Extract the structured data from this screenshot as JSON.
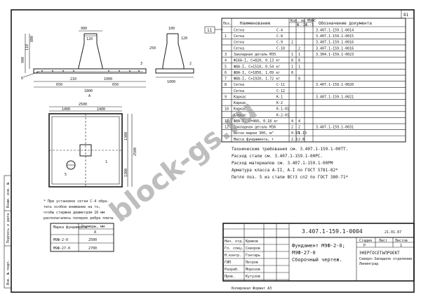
{
  "page_number": "81",
  "spec_table": {
    "headers": {
      "pos": "Поз.",
      "name": "Наименование",
      "qty": "Кол. на М9ФС",
      "qty_sub": [
        "Ф.-2",
        "Ф.-3"
      ],
      "doc": "Обозначение документа"
    },
    "rows": [
      {
        "pos": "",
        "name": "Сетка",
        "mark": "С-4",
        "q1": "",
        "q2": "",
        "doc": "3.407.1-159.1-0014"
      },
      {
        "pos": "1",
        "name": "Сетка",
        "mark": "С-8",
        "q1": "",
        "q2": "",
        "doc": "3.407.1-159.1-0015"
      },
      {
        "pos": "",
        "name": "Сетка",
        "mark": "С-9",
        "q1": "2",
        "q2": "",
        "doc": "3.407.1-159.1-0016"
      },
      {
        "pos": "",
        "name": "Сетка",
        "mark": "С-10",
        "q1": "",
        "q2": "2",
        "doc": "3.407.1-159.1-0016"
      },
      {
        "pos": "3",
        "name": "Закладная деталь МЗ5",
        "mark": "",
        "q1": "1",
        "q2": "1",
        "doc": "3.304.1-159.1-0023"
      },
      {
        "pos": "4",
        "name": "Ф16А-I, С=820, 0.13 кг",
        "mark": "",
        "q1": "8",
        "q2": "8",
        "doc": ""
      },
      {
        "pos": "5",
        "name": "Ф8А-I, С=1510, 0.54 кг",
        "mark": "",
        "q1": "1",
        "q2": "1",
        "doc": ""
      },
      {
        "pos": "6",
        "name": "Ф8А-I, С=1850, 1.09 кг",
        "mark": "",
        "q1": "8",
        "q2": "",
        "doc": ""
      },
      {
        "pos": "7",
        "name": "Ф8А-I, С=1920, 1.72 кг",
        "mark": "",
        "q1": "",
        "q2": "8",
        "doc": ""
      },
      {
        "pos": "8",
        "name": "Сетка",
        "mark": "С-11",
        "q1": "",
        "q2": "",
        "doc": "3.407.1-159.1-0020"
      },
      {
        "pos": "",
        "name": "Сетка",
        "mark": "С-12",
        "q1": "",
        "q2": "",
        "doc": ""
      },
      {
        "pos": "9",
        "name": "Каркас",
        "mark": "К-1",
        "q1": "",
        "q2": "",
        "doc": "3.407.1-159.1-0021"
      },
      {
        "pos": "",
        "name": "Каркас",
        "mark": "К-2",
        "q1": "",
        "q2": "",
        "doc": ""
      },
      {
        "pos": "10",
        "name": "Каркас",
        "mark": "К-1-01",
        "q1": "",
        "q2": "",
        "doc": ""
      },
      {
        "pos": "",
        "name": "Каркас",
        "mark": "К-2-01",
        "q1": "",
        "q2": "",
        "doc": ""
      },
      {
        "pos": "11",
        "name": "Ф8А-I, С=460, 0.18 кг",
        "mark": "",
        "q1": "4",
        "q2": "4",
        "doc": ""
      },
      {
        "pos": "12",
        "name": "Закладная деталь М36",
        "mark": "",
        "q1": "2",
        "q2": "2",
        "doc": "3.407.1-159.1-0031"
      },
      {
        "pos": "",
        "name": "Бетон марки 300, м³",
        "mark": "",
        "q1": "0.93",
        "q2": "1.13",
        "doc": ""
      },
      {
        "pos": "",
        "name": "Масса фундамента, т",
        "mark": "",
        "q1": "2.3",
        "q2": "2.8",
        "doc": ""
      }
    ]
  },
  "notes": [
    "Технические требования  см.  3.407.1-159.1-00ТТ.",
    "Расход  стали  см.  3.407.1-159.1-00РС.",
    "Расход  материалов  см. 3.407.1-159.1-00РМ",
    "Арматура  класса  А-II, А-I  по  ГОСТ 5781-82*",
    "Петля поз. 5 из стали ВСт3 сп2 по ГОСТ 380-71*"
  ],
  "left_note": [
    "* При установке сетки С-4 обра-",
    "тить особое внимание на то,",
    "чтобы стержни диаметром 16 мм",
    "располагались поперек ребра плиты"
  ],
  "size_table": {
    "col1": "Марка фундамента",
    "col2": "Размеры, мм",
    "col2_sub": "А",
    "rows": [
      {
        "mark": "М9Ф-2-0",
        "a": "2500"
      },
      {
        "mark": "М9Ф-27-0",
        "a": "2700"
      }
    ]
  },
  "dims": {
    "sect1": [
      "900",
      "120",
      "900",
      "110",
      "800",
      "6",
      "210",
      "1000",
      "650",
      "650",
      "1800",
      "А",
      "3"
    ],
    "sect2": [
      "100",
      "250",
      "120",
      "11",
      "1000",
      "2"
    ],
    "plan": [
      "2500",
      "2500",
      "1400",
      "1400",
      "1300",
      "1300",
      "1",
      "5"
    ],
    "callout": "11"
  },
  "title_block": {
    "doc_code": "3.407.1-159.1-0004",
    "title_lines": [
      "Фундамент М9Ф-2-0;",
      "М9Ф-27-0",
      "Сборочный чертеж."
    ],
    "stage_header": [
      "Стадия",
      "Лист",
      "Листов"
    ],
    "stage_values": [
      "Р",
      "",
      "1"
    ],
    "org": [
      "ЭНЕРГОСЕТЬПРОЕКТ",
      "Северо-Западное отделение",
      "Ленинград"
    ],
    "rows": [
      {
        "role": "Нач. отд.",
        "name": "Кривов"
      },
      {
        "role": "Гл. спец.",
        "name": "Скворов"
      },
      {
        "role": "Н.контр.",
        "name": "Гонтарь"
      },
      {
        "role": "ГИП",
        "name": "Петров"
      },
      {
        "role": "Разраб.",
        "name": "Морозов"
      },
      {
        "role": "Пров.",
        "name": "Кутузов"
      }
    ],
    "sheet_total": "1",
    "small_corner": "21.01.87"
  },
  "side_stamp": [
    "Инв. № подл.",
    "Подпись и дата",
    "Взам. инв. №"
  ],
  "bottom_strip": "Копировал         Формат А3",
  "watermark": "block-gs.ru"
}
